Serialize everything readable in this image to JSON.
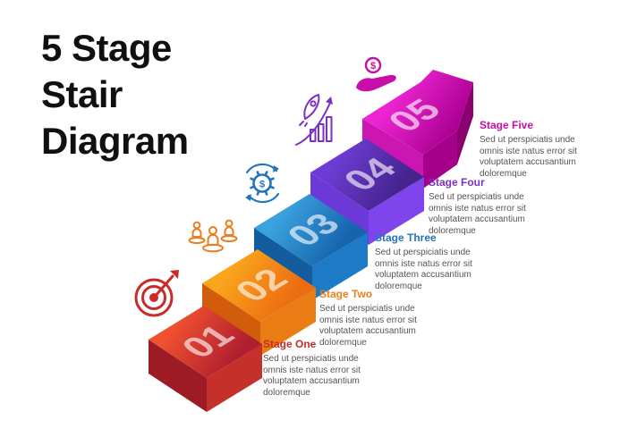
{
  "title": "5 Stage Stair Diagram",
  "background_color": "#ffffff",
  "body_text_color": "#575354",
  "number_text_color": "rgba(255,255,255,0.62)",
  "stages": [
    {
      "number": "01",
      "label": "Stage One",
      "description": "Sed ut perspiciatis unde omnis iste natus error sit voluptatem accusantium doloremque",
      "accent": "#c92b28",
      "top_gradient": [
        "#ef5030",
        "#b01f2f"
      ],
      "riser_color": "#9c1b25",
      "side_color": "#c5302b",
      "icon": "target-icon"
    },
    {
      "number": "02",
      "label": "Stage Two",
      "description": "Sed ut perspiciatis unde omnis iste natus error sit voluptatem accusantium doloremque",
      "accent": "#ea7f20",
      "top_gradient": [
        "#faa61d",
        "#ec6c12"
      ],
      "riser_color": "#d05c0c",
      "side_color": "#e97c13",
      "icon": "team-icon"
    },
    {
      "number": "03",
      "label": "Stage Three",
      "description": "Sed ut perspiciatis unde omnis iste natus error sit voluptatem accusantium doloremque",
      "accent": "#2374bd",
      "top_gradient": [
        "#3ba2de",
        "#1664ac"
      ],
      "riser_color": "#135d9e",
      "side_color": "#1d7ac6",
      "icon": "gear-sync-icon"
    },
    {
      "number": "04",
      "label": "Stage Four",
      "description": "Sed ut perspiciatis unde omnis iste natus error sit voluptatem accusantium doloremque",
      "accent": "#7c2fc4",
      "top_gradient": [
        "#6d3cd4",
        "#45248e"
      ],
      "riser_color": "#6c38d8",
      "side_color": "#7e45ec",
      "icon": "rocket-growth-icon"
    },
    {
      "number": "05",
      "label": "Stage Five",
      "description": "Sed ut perspiciatis unde omnis iste natus error sit voluptatem accusantium doloremque",
      "accent": "#c70fa7",
      "top_gradient": [
        "#ec25d2",
        "#ab0090"
      ],
      "riser_color": "#cb16b2",
      "side_color": "#a50089",
      "head_side_color": "#8b006f",
      "icon": "hand-coin-icon"
    }
  ]
}
